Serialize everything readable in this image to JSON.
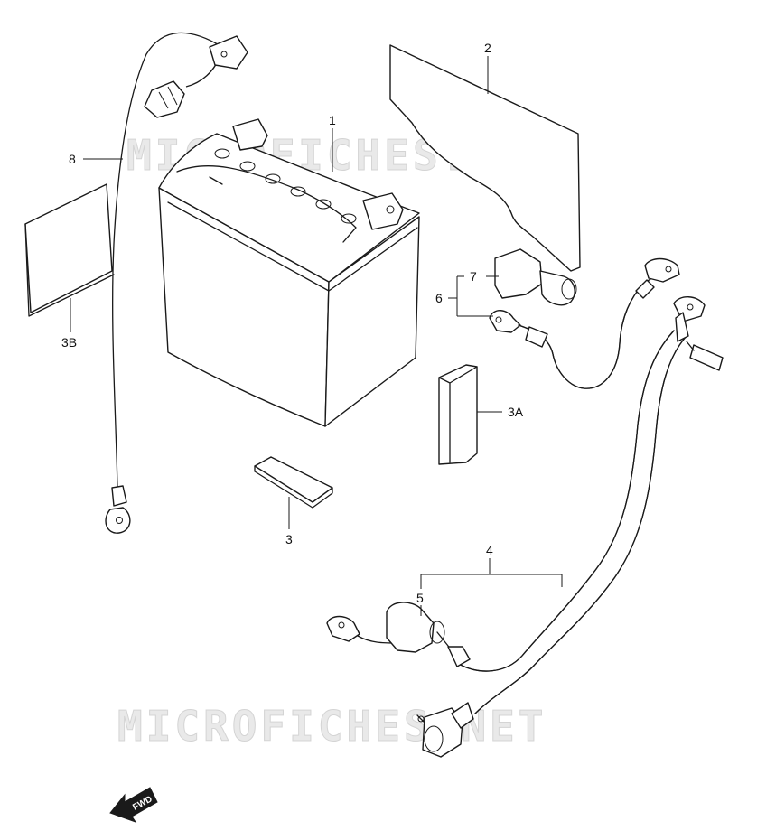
{
  "watermark": "MICROFICHES.NET",
  "fwd_label": "FWD",
  "callouts": {
    "battery": "1",
    "separator_plate": "2",
    "pad": "3",
    "pad_a": "3A",
    "pad_b": "3B",
    "cable_set_starter": "4",
    "cap_starter": "5",
    "cable_set_battery": "6",
    "cap_battery": "7",
    "earth_lead": "8"
  }
}
